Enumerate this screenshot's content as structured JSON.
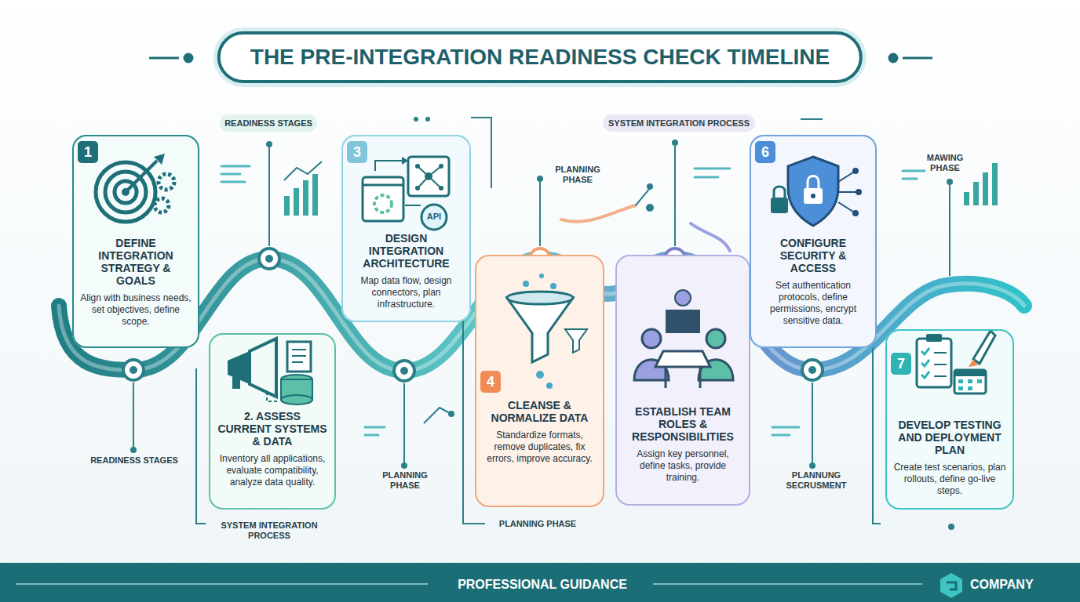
{
  "diagram": {
    "title": "THE PRE-INTEGRATION READINESS CHECK TIMELINE",
    "nodes": [
      {
        "text": [
          "1",
          "DEFINE INTEGRATION STRATEGY & GOALS",
          "Align with business needs, set objectives, define scope."
        ]
      },
      {
        "text": [
          "2. ASSESS CURRENT SYSTEMS & DATA",
          "Inventory all applications, evaluate compatibility, analyze data quality."
        ]
      },
      {
        "text": [
          "3",
          "DESIGN INTEGRATION ARCHITECTURE",
          "Map data flow, design connectors, plan infrastructure."
        ]
      },
      {
        "text": [
          "4",
          "CLEANSE & NORMALIZE DATA",
          "Standardize formats, remove duplicates, fix errors, improve accuracy."
        ]
      },
      {
        "text": [
          "ESTABLISH TEAM ROLES & RESPONSIBILITIES",
          "Assign key personnel, define tasks, provide training."
        ]
      },
      {
        "text": [
          "6",
          "CONFIGURE SECURITY & ACCESS",
          "Set authentication protocols, define permissions, encrypt sensitive data."
        ]
      },
      {
        "text": [
          "7",
          "DEVELOP TESTING AND DEPLOYMENT PLAN",
          "Create test scenarios, plan rollouts, define go-live steps."
        ]
      }
    ],
    "labels": [
      "READINESS STAGES",
      "SYSTEM INTEGRATION PROCESS",
      "PLANNING PHASE",
      "MAWING PHASE",
      "API",
      "READINESS STAGES",
      "SYSTEM INTEGRATION PROCESS",
      "PLANNING PHASE",
      "PLANNING PHASE",
      "PLANNUNG SECRUSMENT",
      "PROFESSIONAL GUIDANCE",
      "COMPANY"
    ]
  }
}
